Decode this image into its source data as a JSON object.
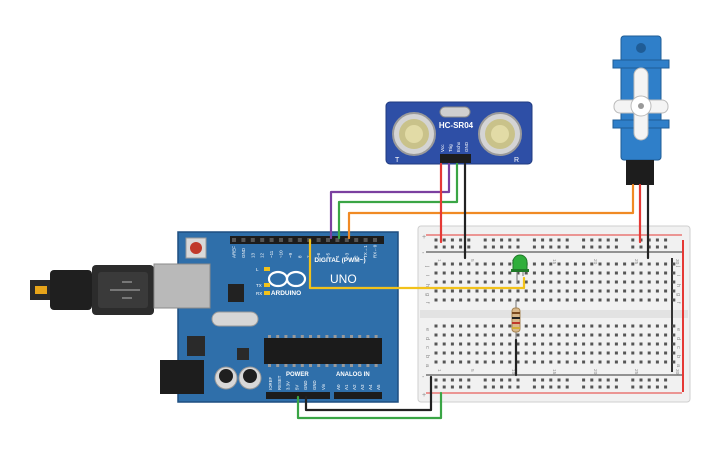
{
  "colors": {
    "board": "#2f6faa",
    "board_edge": "#1f4f80",
    "sensor": "#2e4fa6",
    "servo": "#2f7fc9",
    "breadboard": "#f1f1f1",
    "rail_red": "#e53935",
    "rail_black": "#222222",
    "wire_purple": "#7b3fa0",
    "wire_green": "#3aa545",
    "wire_orange": "#f08a24",
    "wire_yellow": "#f2c21b",
    "wire_red": "#e53935",
    "wire_black": "#222222",
    "led": "#2fae3b"
  },
  "arduino": {
    "logo_text": "ARDUINO",
    "model": "UNO",
    "digital_label": "DIGITAL (PWM~)",
    "power_label": "POWER",
    "analog_label": "ANALOG IN",
    "top_pins": [
      "AREF",
      "GND",
      "13",
      "12",
      "~11",
      "~10",
      "~9",
      "8",
      "7",
      "~6",
      "~5",
      "4",
      "~3",
      "2",
      "TX→1",
      "RX←0"
    ],
    "led_labels": [
      "L",
      "TX",
      "RX"
    ],
    "power_pins": [
      "IOREF",
      "RESET",
      "3.3V",
      "5V",
      "GND",
      "GND",
      "Vin"
    ],
    "analog_pins": [
      "A0",
      "A1",
      "A2",
      "A3",
      "A4",
      "A5"
    ],
    "icon": "usb-b-plug-icon"
  },
  "sensor": {
    "model": "HC-SR04",
    "pins": [
      "Vcc",
      "Trig",
      "Echo",
      "GND"
    ],
    "left_mark": "T",
    "right_mark": "R"
  },
  "breadboard": {
    "row_letters_top": [
      "j",
      "i",
      "h",
      "g",
      "f"
    ],
    "row_letters_bottom": [
      "e",
      "d",
      "c",
      "b",
      "a"
    ],
    "column_numbers": [
      "1",
      "5",
      "10",
      "15",
      "20",
      "25",
      "30"
    ],
    "rail_plus": "+",
    "rail_minus": "-"
  }
}
